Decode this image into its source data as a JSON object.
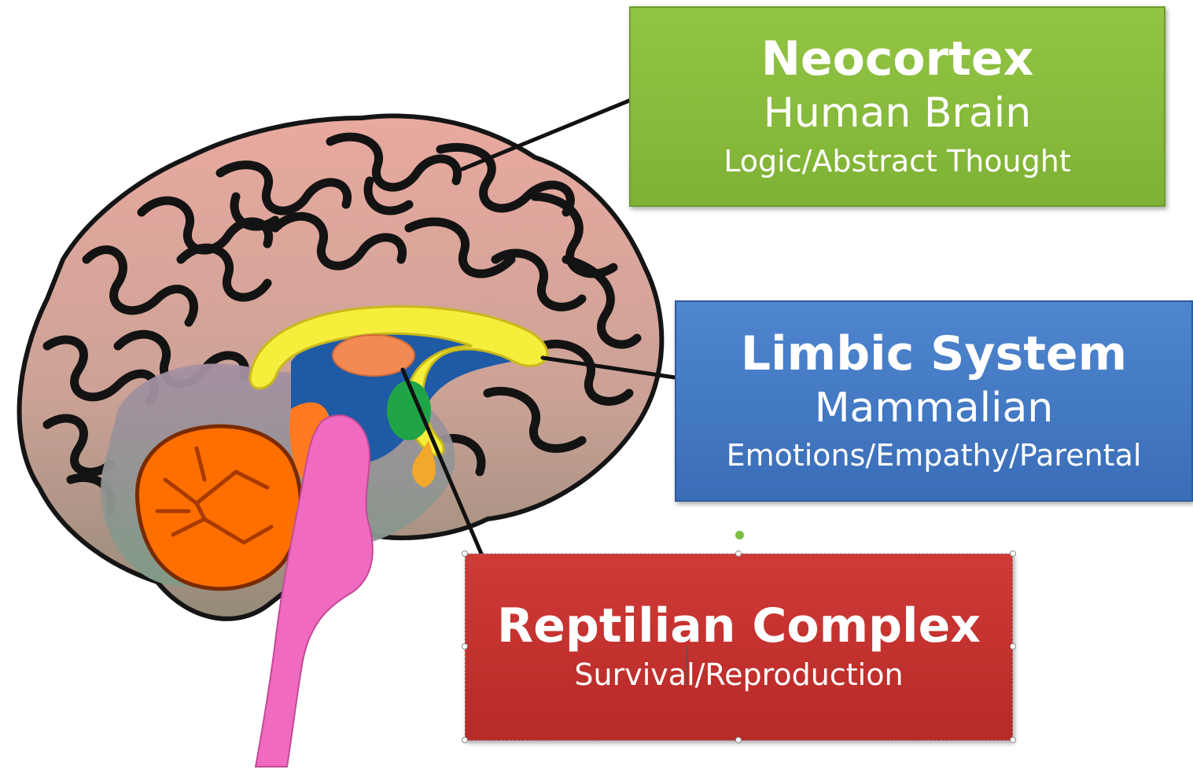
{
  "boxes": {
    "neocortex": {
      "title": "Neocortex",
      "subtitle": "Human Brain",
      "description": "Logic/Abstract Thought",
      "color": "#86bb3a"
    },
    "limbic": {
      "title": "Limbic System",
      "subtitle": "Mammalian",
      "description": "Emotions/Empathy/Parental",
      "color": "#3f74c0"
    },
    "reptilian": {
      "title": "Reptilian Complex",
      "description": "Survival/Reproduction",
      "color": "#c1302d"
    }
  },
  "brain_colors": {
    "cortex": "#d6a298",
    "cortex_fold": "#111111",
    "cerebellum": "#ff6f00",
    "brainstem": "#f06ac0",
    "corpus_callosum": "#f5ee3b",
    "ventricle": "#1f5aa6",
    "thalamus": "#f48a53",
    "amygdala": "#1fa547",
    "tissue_grey": "#8a8fa0"
  }
}
